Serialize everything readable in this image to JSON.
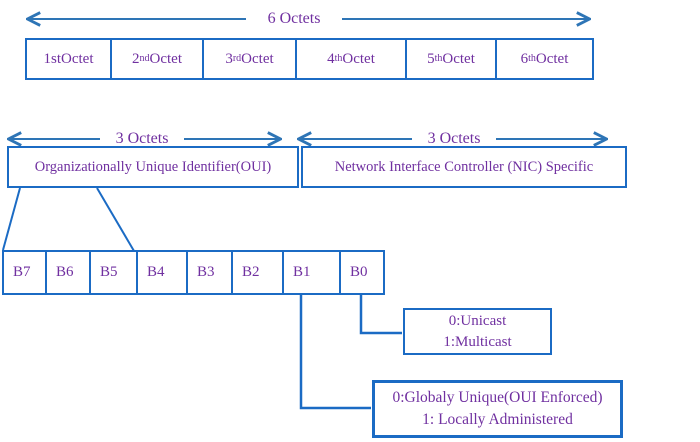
{
  "colors": {
    "border_blue": "#1b6bc4",
    "arrow_blue": "#2e75b6",
    "text_purple": "#7030a0"
  },
  "arrows": {
    "top": {
      "label": "6 Octets"
    },
    "left": {
      "label": "3 Octets"
    },
    "right": {
      "label": "3 Octets"
    }
  },
  "octet_row": {
    "cells": [
      {
        "base": "1st",
        "sup": "",
        "rest": " Octet"
      },
      {
        "base": "2",
        "sup": "nd",
        "rest": " Octet"
      },
      {
        "base": "3",
        "sup": "rd",
        "rest": " Octet"
      },
      {
        "base": "4",
        "sup": "th",
        "rest": " Octet"
      },
      {
        "base": "5",
        "sup": "th",
        "rest": " Octet"
      },
      {
        "base": "6",
        "sup": "th",
        "rest": " Octet"
      }
    ]
  },
  "address_fields": {
    "oui": "Organizationally Unique Identifier(OUI)",
    "nic": "Network Interface Controller (NIC) Specific"
  },
  "bit_row": {
    "bits": [
      "B7",
      "B6",
      "B5",
      "B4",
      "B3",
      "B2",
      "B1",
      "B0"
    ]
  },
  "callouts": {
    "unicast": {
      "line1": "0:Unicast",
      "line2": "1:Multicast"
    },
    "admin": {
      "line1": "0:Globaly Unique(OUI Enforced)",
      "line2": "1: Locally Administered"
    }
  }
}
